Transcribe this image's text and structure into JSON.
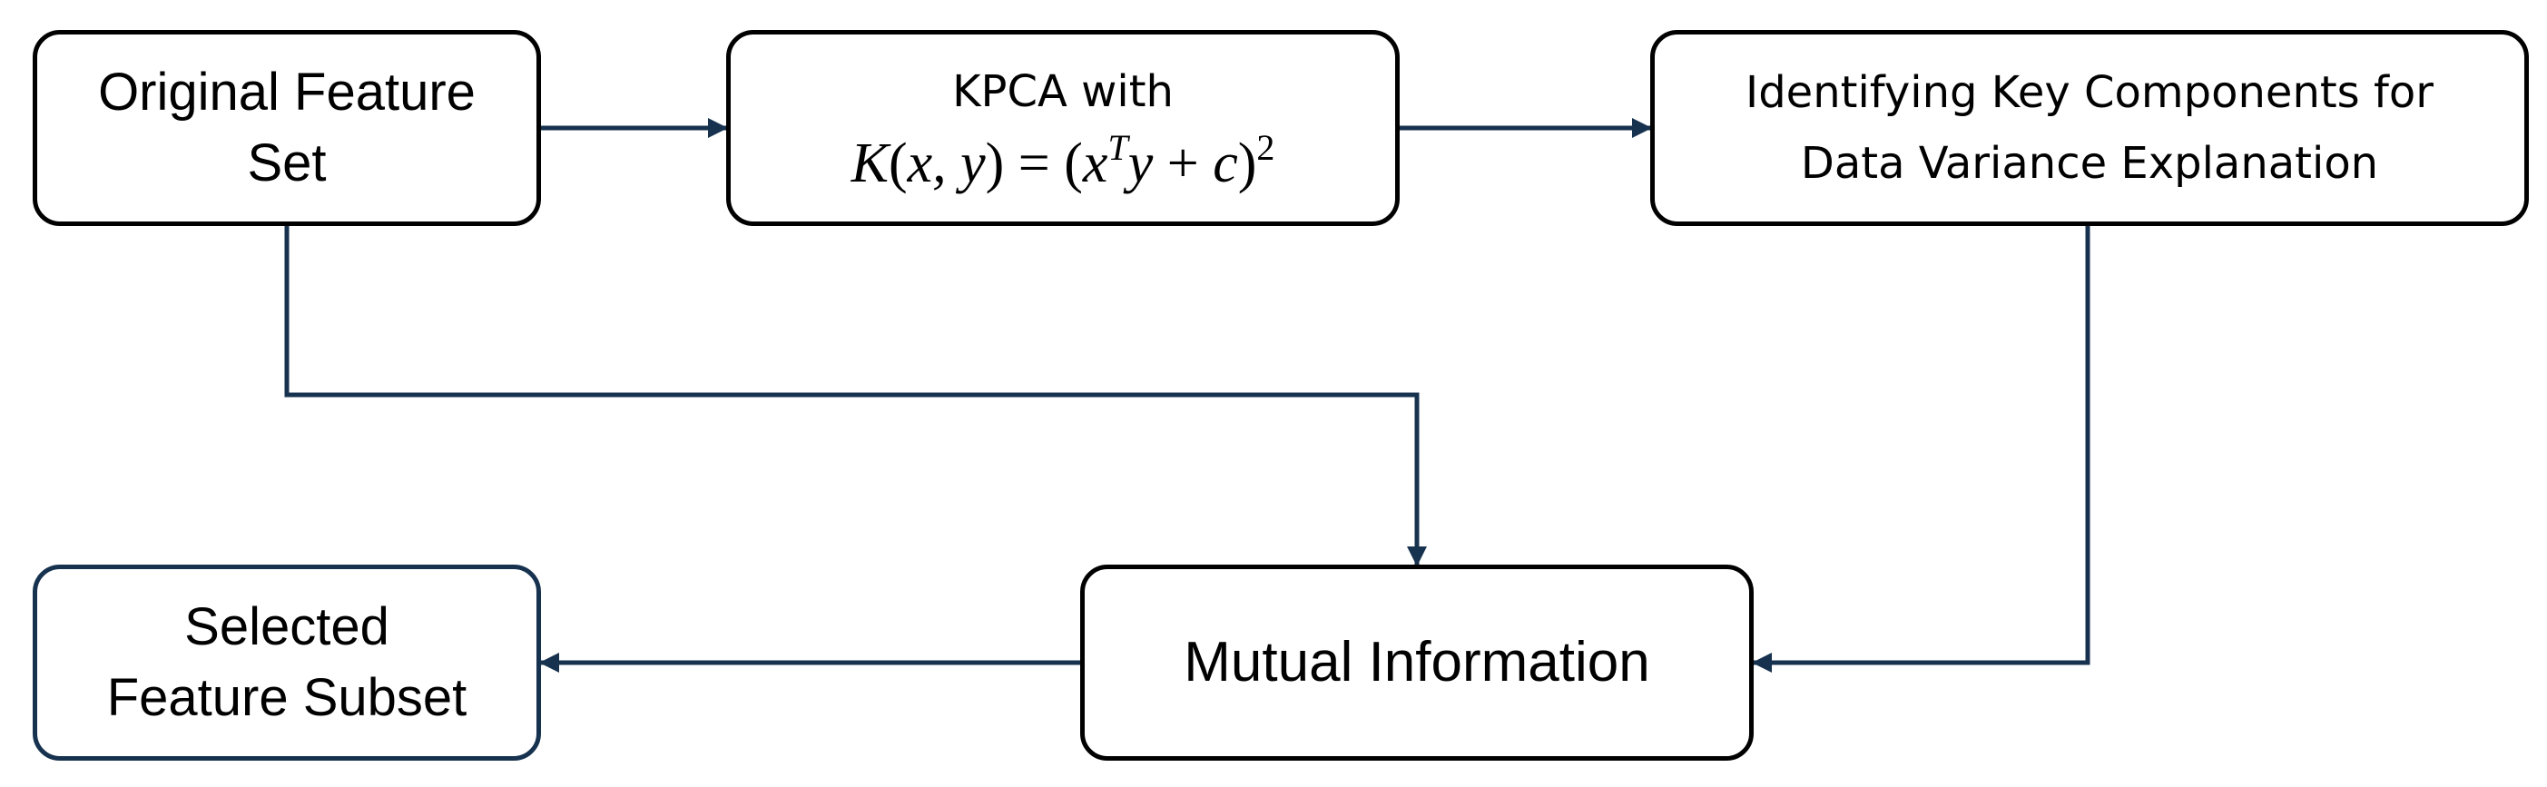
{
  "diagram": {
    "nodes": {
      "original": {
        "line1": "Original Feature",
        "line2": "Set"
      },
      "kpca": {
        "title": "KPCA with",
        "formula": "K(x, y) = (x^T y + c)^2"
      },
      "identify": {
        "line1": "Identifying Key Components for",
        "line2": "Data Variance Explanation"
      },
      "mutual": {
        "label": "Mutual Information"
      },
      "selected": {
        "line1": "Selected",
        "line2": "Feature Subset"
      }
    },
    "edges": [
      {
        "from": "Original Feature Set",
        "to": "KPCA"
      },
      {
        "from": "KPCA",
        "to": "Identifying Key Components"
      },
      {
        "from": "Original Feature Set",
        "to": "Mutual Information"
      },
      {
        "from": "Identifying Key Components",
        "to": "Mutual Information"
      },
      {
        "from": "Mutual Information",
        "to": "Selected Feature Subset"
      }
    ],
    "colors": {
      "connector": "#17324f",
      "box_border": "#000000",
      "output_box_border": "#17324f",
      "background": "#ffffff"
    }
  }
}
